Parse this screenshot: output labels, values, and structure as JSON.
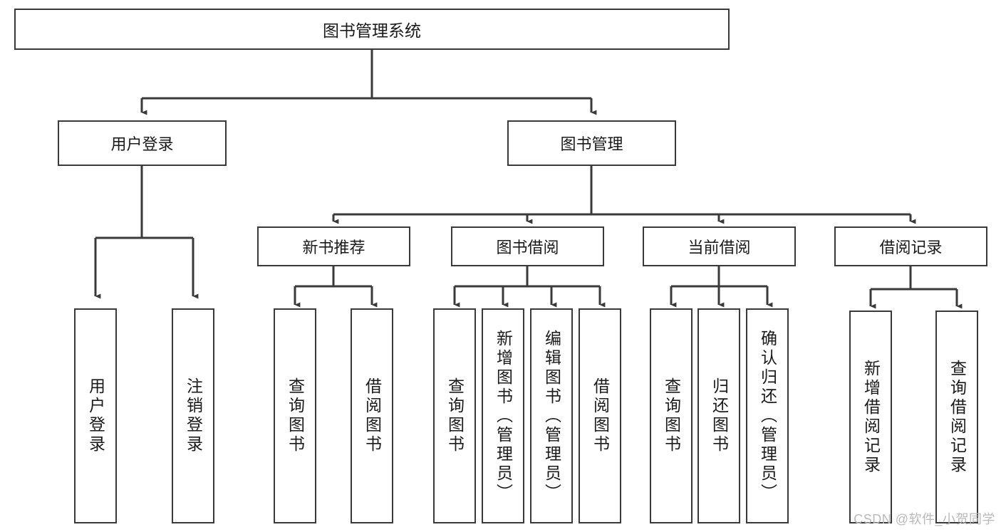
{
  "diagram": {
    "title": "图书管理系统",
    "type": "hierarchy-tree",
    "watermark": "CSDN @软件_小贺同学",
    "colors": {
      "stroke": "#3a3a3a",
      "background": "#ffffff",
      "text": "#1a1a1a",
      "watermark": "#b9b9b9"
    },
    "root": {
      "label": "图书管理系统"
    },
    "level2": [
      {
        "id": "user-login",
        "label": "用户登录"
      },
      {
        "id": "book-manage",
        "label": "图书管理"
      }
    ],
    "level3": [
      {
        "id": "new-book-recommend",
        "label": "新书推荐"
      },
      {
        "id": "book-borrow",
        "label": "图书借阅"
      },
      {
        "id": "current-borrow",
        "label": "当前借阅"
      },
      {
        "id": "borrow-record",
        "label": "借阅记录"
      }
    ],
    "leaves": {
      "user_login": [
        {
          "id": "leaf-user-login",
          "label": "用户登录"
        },
        {
          "id": "leaf-user-logout",
          "label": "注销登录"
        }
      ],
      "new_book_recommend": [
        {
          "id": "leaf-query-book-1",
          "label": "查询图书"
        },
        {
          "id": "leaf-borrow-book-1",
          "label": "借阅图书"
        }
      ],
      "book_borrow": [
        {
          "id": "leaf-query-book-2",
          "label": "查询图书"
        },
        {
          "id": "leaf-add-book",
          "label": "新增图书（管理员）"
        },
        {
          "id": "leaf-edit-book",
          "label": "编辑图书（管理员）"
        },
        {
          "id": "leaf-borrow-book-2",
          "label": "借阅图书"
        }
      ],
      "current_borrow": [
        {
          "id": "leaf-query-book-3",
          "label": "查询图书"
        },
        {
          "id": "leaf-return-book",
          "label": "归还图书"
        },
        {
          "id": "leaf-confirm-return",
          "label": "确认归还（管理员）"
        }
      ],
      "borrow_record": [
        {
          "id": "leaf-add-record",
          "label": "新增借阅记录"
        },
        {
          "id": "leaf-query-record",
          "label": "查询借阅记录"
        }
      ]
    }
  }
}
